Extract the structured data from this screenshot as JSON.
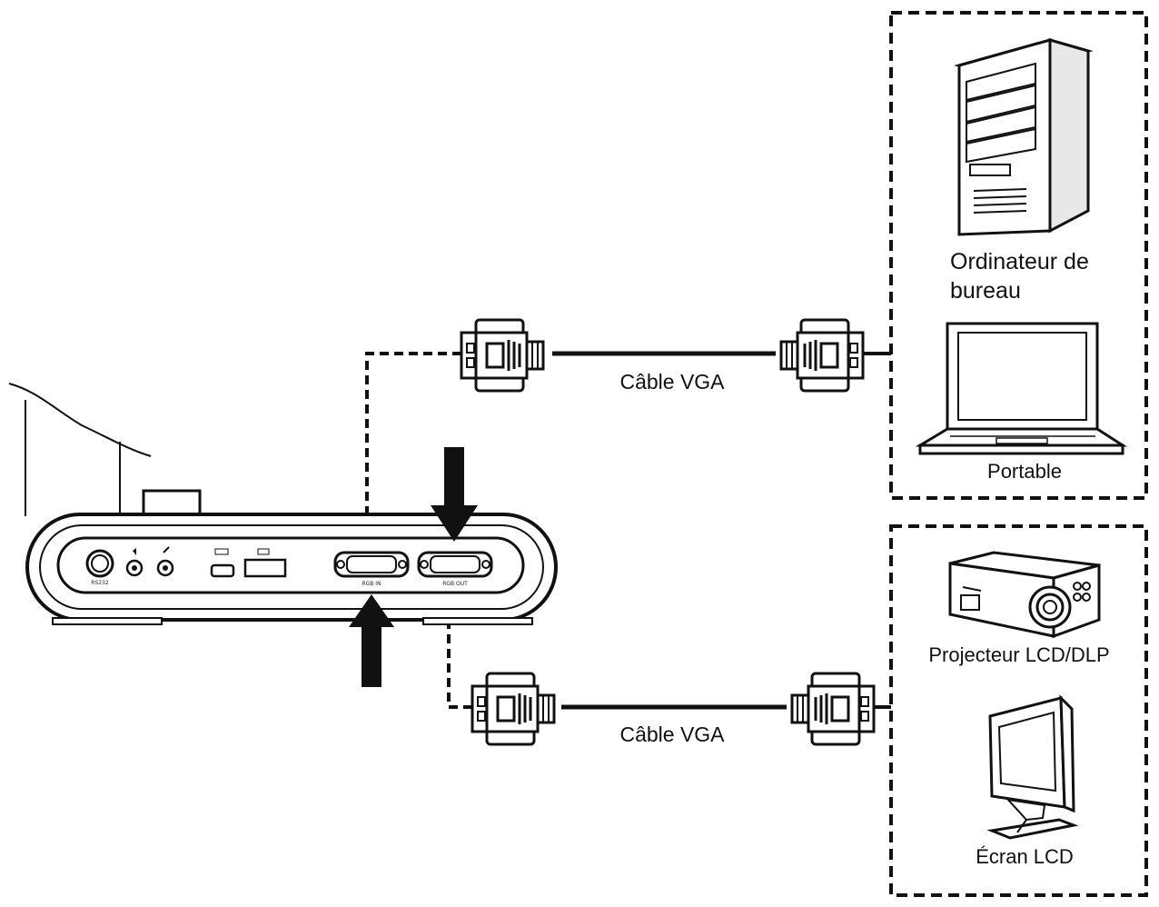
{
  "labels": {
    "desktop_line1": "Ordinateur de",
    "desktop_line2": "bureau",
    "laptop": "Portable",
    "vga_cable_top": "Câble VGA",
    "vga_cable_bottom": "Câble VGA",
    "projector": "Projecteur LCD/DLP",
    "lcd_screen": "Écran LCD",
    "port_rs232": "RS232",
    "port_rgb_in": "RGB IN",
    "port_rgb_out": "RGB OUT"
  },
  "icons": {
    "desktop": "desktop-tower-icon",
    "laptop": "laptop-icon",
    "projector": "projector-icon",
    "monitor": "lcd-monitor-icon"
  },
  "colors": {
    "line": "#111111",
    "background": "#ffffff"
  }
}
